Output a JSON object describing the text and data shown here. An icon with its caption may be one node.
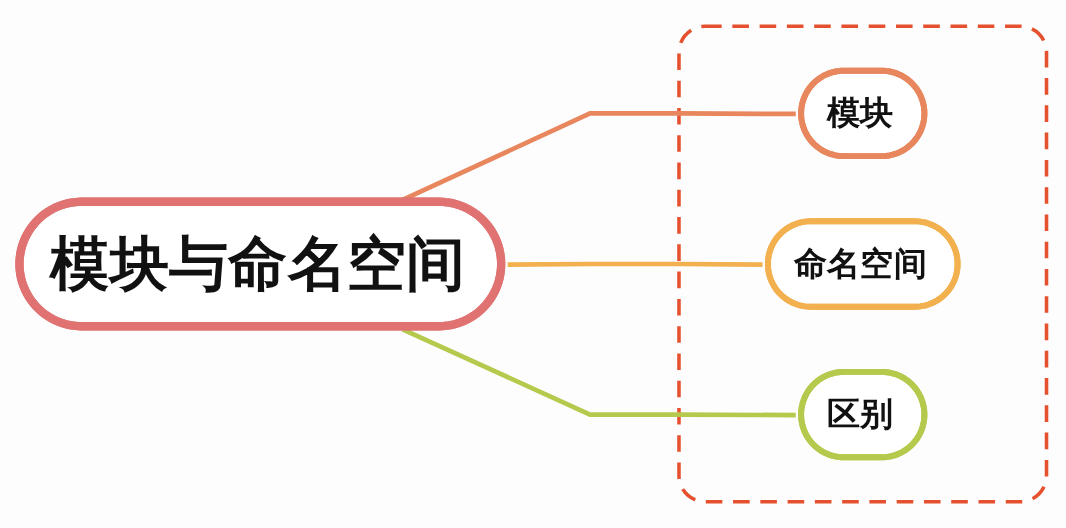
{
  "diagram": {
    "nodes": [
      {
        "text": [
          "模块与命名空间"
        ]
      },
      {
        "text": [],
        "shape": "box"
      },
      {
        "text": [
          "模块"
        ],
        "in": 1
      },
      {
        "text": [
          "命名空间"
        ],
        "in": 1
      },
      {
        "text": [
          "区别"
        ],
        "in": 1
      }
    ],
    "edges": [
      {
        "from": 0,
        "to": 2,
        "arrow": "none",
        "color": "#e8875e"
      },
      {
        "from": 0,
        "to": 3,
        "arrow": "none",
        "color": "#f2b04e"
      },
      {
        "from": 0,
        "to": 4,
        "arrow": "none",
        "color": "#b5c94c"
      }
    ]
  }
}
